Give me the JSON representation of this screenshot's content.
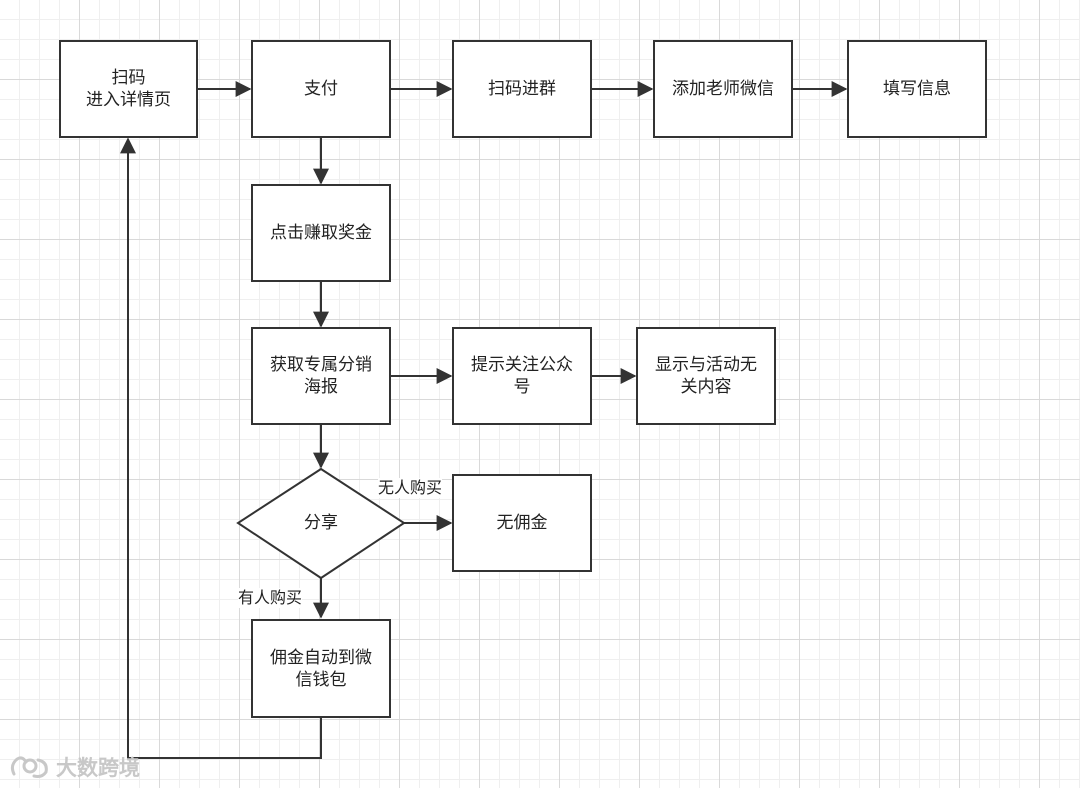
{
  "nodes": {
    "scan_detail": "扫码\n进入详情页",
    "pay": "支付",
    "scan_group": "扫码进群",
    "add_teacher": "添加老师微信",
    "fill_info": "填写信息",
    "click_reward": "点击赚取奖金",
    "get_poster": "获取专属分销\n海报",
    "prompt_follow": "提示关注公众\n号",
    "show_unrelated": "显示与活动无\n关内容",
    "share": "分享",
    "no_commission": "无佣金",
    "commission_wallet": "佣金自动到微\n信钱包"
  },
  "edge_labels": {
    "no_buyer": "无人购买",
    "has_buyer": "有人购买"
  },
  "watermark": {
    "text": "大数跨境"
  },
  "colors": {
    "stroke": "#333333",
    "grid_major": "#d9d9d9",
    "grid_minor": "#efefef",
    "watermark": "#c8c8c8"
  }
}
